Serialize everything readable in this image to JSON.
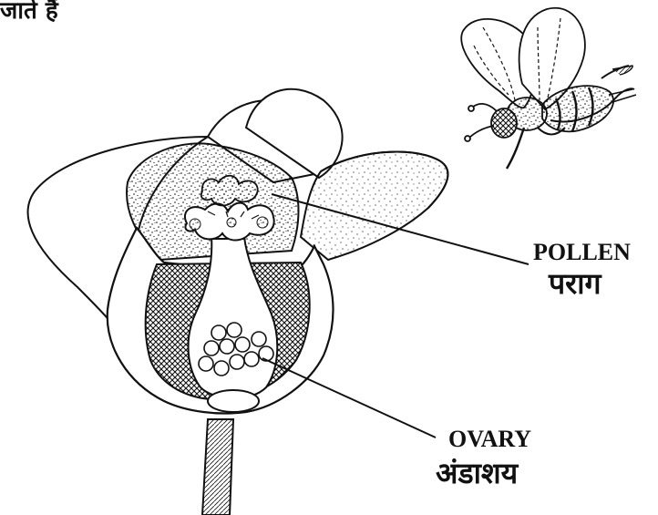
{
  "top_fragment": "जाते हैं",
  "labels": {
    "pollen_en": "POLLEN",
    "pollen_hi": "पराग",
    "ovary_en": "OVARY",
    "ovary_hi": "अंडाशय"
  },
  "colors": {
    "ink": "#111111",
    "paper": "#ffffff"
  },
  "parts": [
    "petal",
    "stamen-pollen",
    "ovary",
    "ovules",
    "stem",
    "bee"
  ]
}
